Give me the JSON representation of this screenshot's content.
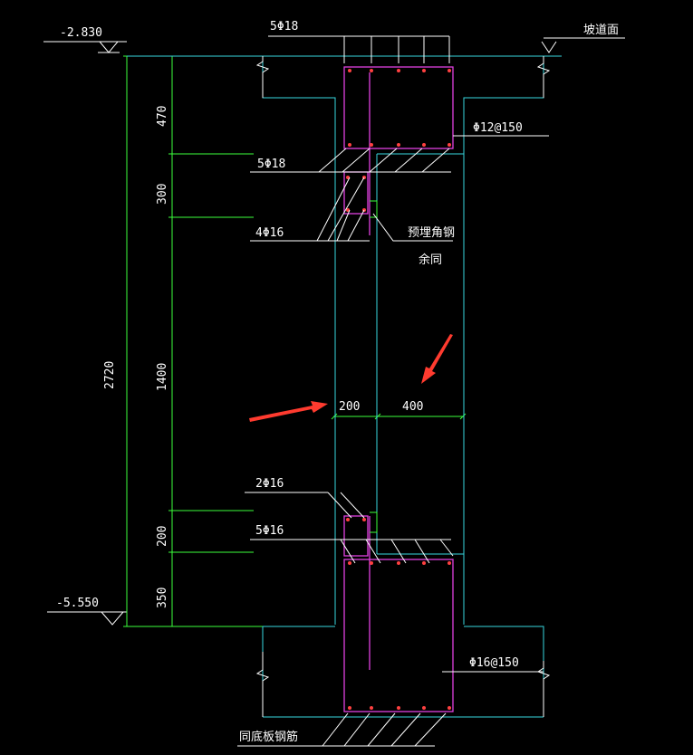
{
  "colors": {
    "background": "#000000",
    "outline": "#37d7e0",
    "dimension": "#3cff3c",
    "rebar": "#e040e0",
    "leader": "#ffffff",
    "arrow": "#ff3b2f"
  },
  "elevations": {
    "top": "-2.830",
    "bottom": "-5.550"
  },
  "labels": {
    "top_bars": "5Φ18",
    "slope_surface": "坡道面",
    "stirrup_top": "Φ12@150",
    "mid_bars_a": "5Φ18",
    "mid_bars_b": "4Φ16",
    "embedded_angle": "预埋角钢",
    "same_as_above": "余同",
    "lower_bars_a": "2Φ16",
    "lower_bars_b": "5Φ16",
    "stirrup_bottom": "Φ16@150",
    "floor_slab": "同底板钢筋"
  },
  "dimensions": {
    "total_height": "2720",
    "seg_1": "470",
    "seg_2": "300",
    "seg_3": "1400",
    "seg_4": "200",
    "seg_5": "350",
    "width_left": "200",
    "width_right": "400"
  }
}
